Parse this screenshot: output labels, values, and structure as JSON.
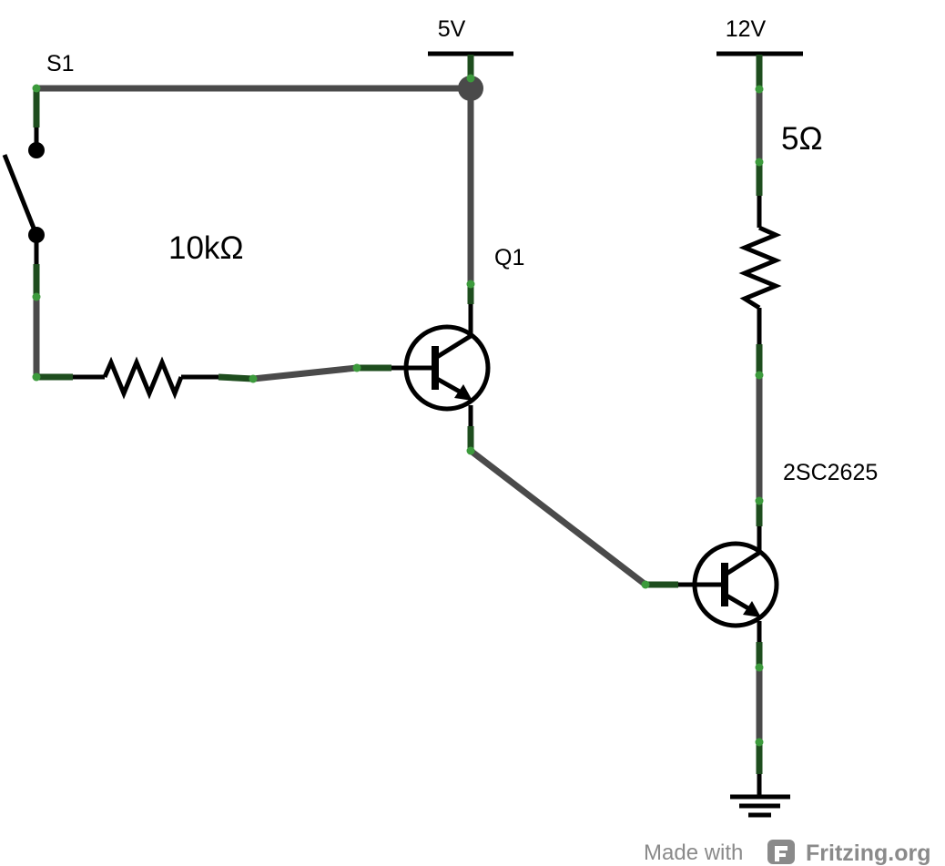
{
  "labels": {
    "supply_5v": "5V",
    "supply_12v": "12V",
    "switch": "S1",
    "base_resistor": "10kΩ",
    "load_resistor": "5Ω",
    "transistor_q1": "Q1",
    "transistor_power": "2SC2625"
  },
  "watermark": {
    "made_with": "Made with",
    "brand": "Fritzing.org"
  },
  "colors": {
    "wire": "#4a4a4a",
    "terminal": "#1e4d1e",
    "pin": "#3c9a3c",
    "watermark": "#8a8a8a"
  }
}
